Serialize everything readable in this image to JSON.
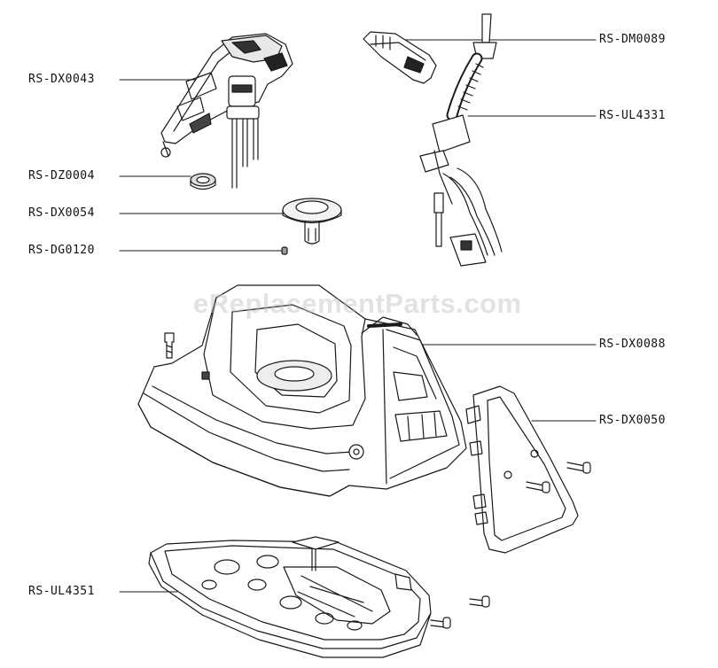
{
  "watermark": "eReplacementParts.com",
  "labels": {
    "dx0043": "RS-DX0043",
    "dz0004": "RS-DZ0004",
    "dx0054": "RS-DX0054",
    "dg0120": "RS-DG0120",
    "dm0089": "RS-DM0089",
    "ul4331": "RS-UL4331",
    "dx0088": "RS-DX0088",
    "dx0050": "RS-DX0050",
    "ul4351": "RS-UL4351"
  }
}
